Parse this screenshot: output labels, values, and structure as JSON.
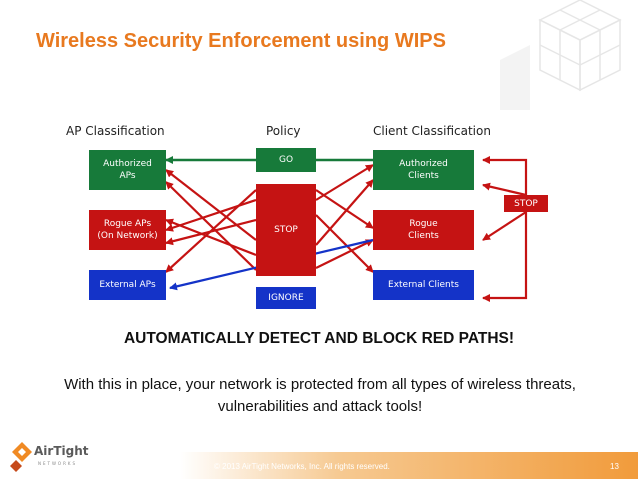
{
  "title": "Wireless Security Enforcement using WIPS",
  "headers": {
    "ap": "AP Classification",
    "policy": "Policy",
    "client": "Client Classification"
  },
  "boxes": {
    "authorized_aps": "Authorized\nAPs",
    "rogue_aps": "Rogue APs\n(On Network)",
    "external_aps": "External APs",
    "go": "GO",
    "stop": "STOP",
    "ignore": "IGNORE",
    "authorized_clients": "Authorized\nClients",
    "rogue_clients": "Rogue\nClients",
    "external_clients": "External Clients",
    "stop_right": "STOP"
  },
  "headline": "AUTOMATICALLY DETECT AND BLOCK RED PATHS!",
  "body": "With this in place, your network is protected from all types of wireless threats, vulnerabilities and attack tools!",
  "footer": {
    "copyright": "© 2013 AirTight Networks, Inc. All rights reserved.",
    "page": "13",
    "logo_text": "AirTight",
    "logo_sub": "NETWORKS"
  },
  "colors": {
    "title": "#e8791f",
    "allow": "#177a3a",
    "block": "#c51313",
    "ignore": "#1433c8"
  }
}
